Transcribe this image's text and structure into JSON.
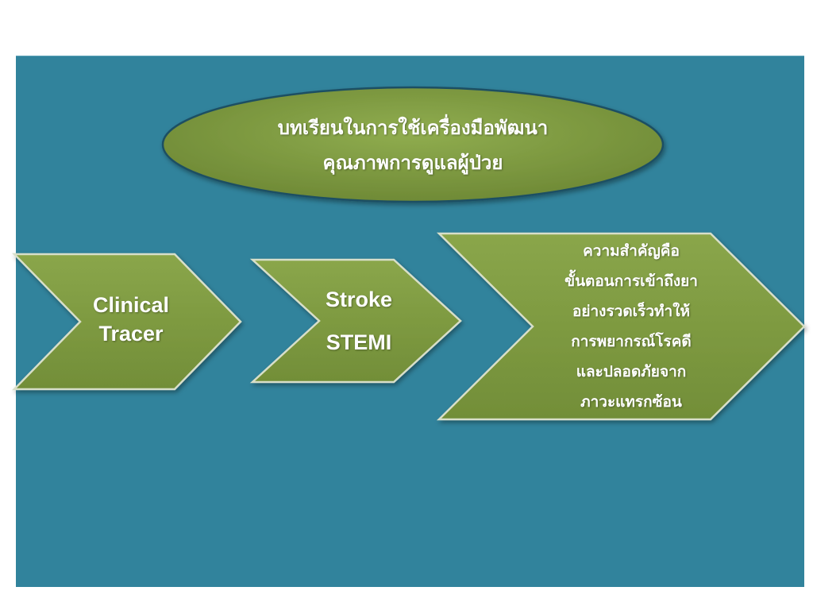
{
  "title": {
    "lines": [
      "บทเรียนในการใช้เครื่องมือพัฒนา",
      "คุณภาพการดูแลผู้ป่วย"
    ]
  },
  "arrows": [
    {
      "lines": [
        "Clinical",
        "Tracer"
      ]
    },
    {
      "lines": [
        "Stroke",
        "STEMI"
      ]
    },
    {
      "lines": [
        "ความสำคัญคือ",
        "ขั้นตอนการเข้าถึงยา",
        "อย่างรวดเร็วทำให้",
        "การพยากรณ์โรคดี",
        "และปลอดภัยจาก",
        "ภาวะแทรกซ้อน"
      ]
    }
  ],
  "colors": {
    "background": "#31839c",
    "shape_fill": "#7f9b42",
    "text": "#ffffff"
  }
}
